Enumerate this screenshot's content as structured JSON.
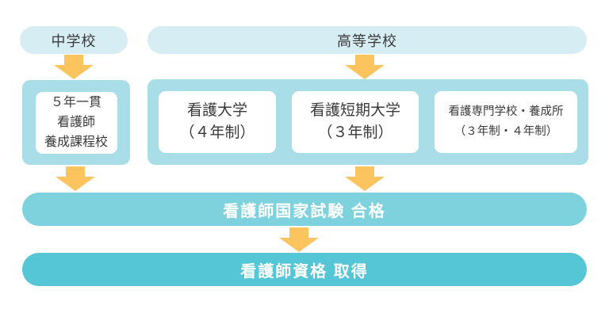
{
  "diagram": {
    "title_semantic": "nursing-career-path-flowchart",
    "entry": {
      "junior_high": {
        "label": "中学校"
      },
      "high_school": {
        "label": "高等学校"
      }
    },
    "schools": {
      "five_year": {
        "lines": [
          "５年一貫",
          "看護師",
          "養成課程校"
        ]
      },
      "university": {
        "lines": [
          "看護大学",
          "（４年制）"
        ]
      },
      "junior_college": {
        "lines": [
          "看護短期大学",
          "（３年制）"
        ]
      },
      "vocational": {
        "lines": [
          "看護専門学校・養成所",
          "（３年制・４年制）"
        ]
      }
    },
    "exam_bar": {
      "label": "看護師国家試験 合格"
    },
    "license_bar": {
      "label": "看護師資格 取得"
    },
    "colors": {
      "pill_bg": "#d5edf3",
      "container_bg": "#a9dee9",
      "box_bg": "#ffffff",
      "arrow": "#fbc45f",
      "exam_bar_bg": "#7ed2de",
      "license_bar_bg": "#55c6d6",
      "text": "#3a3a3a",
      "bar_text": "#ffffff"
    }
  }
}
